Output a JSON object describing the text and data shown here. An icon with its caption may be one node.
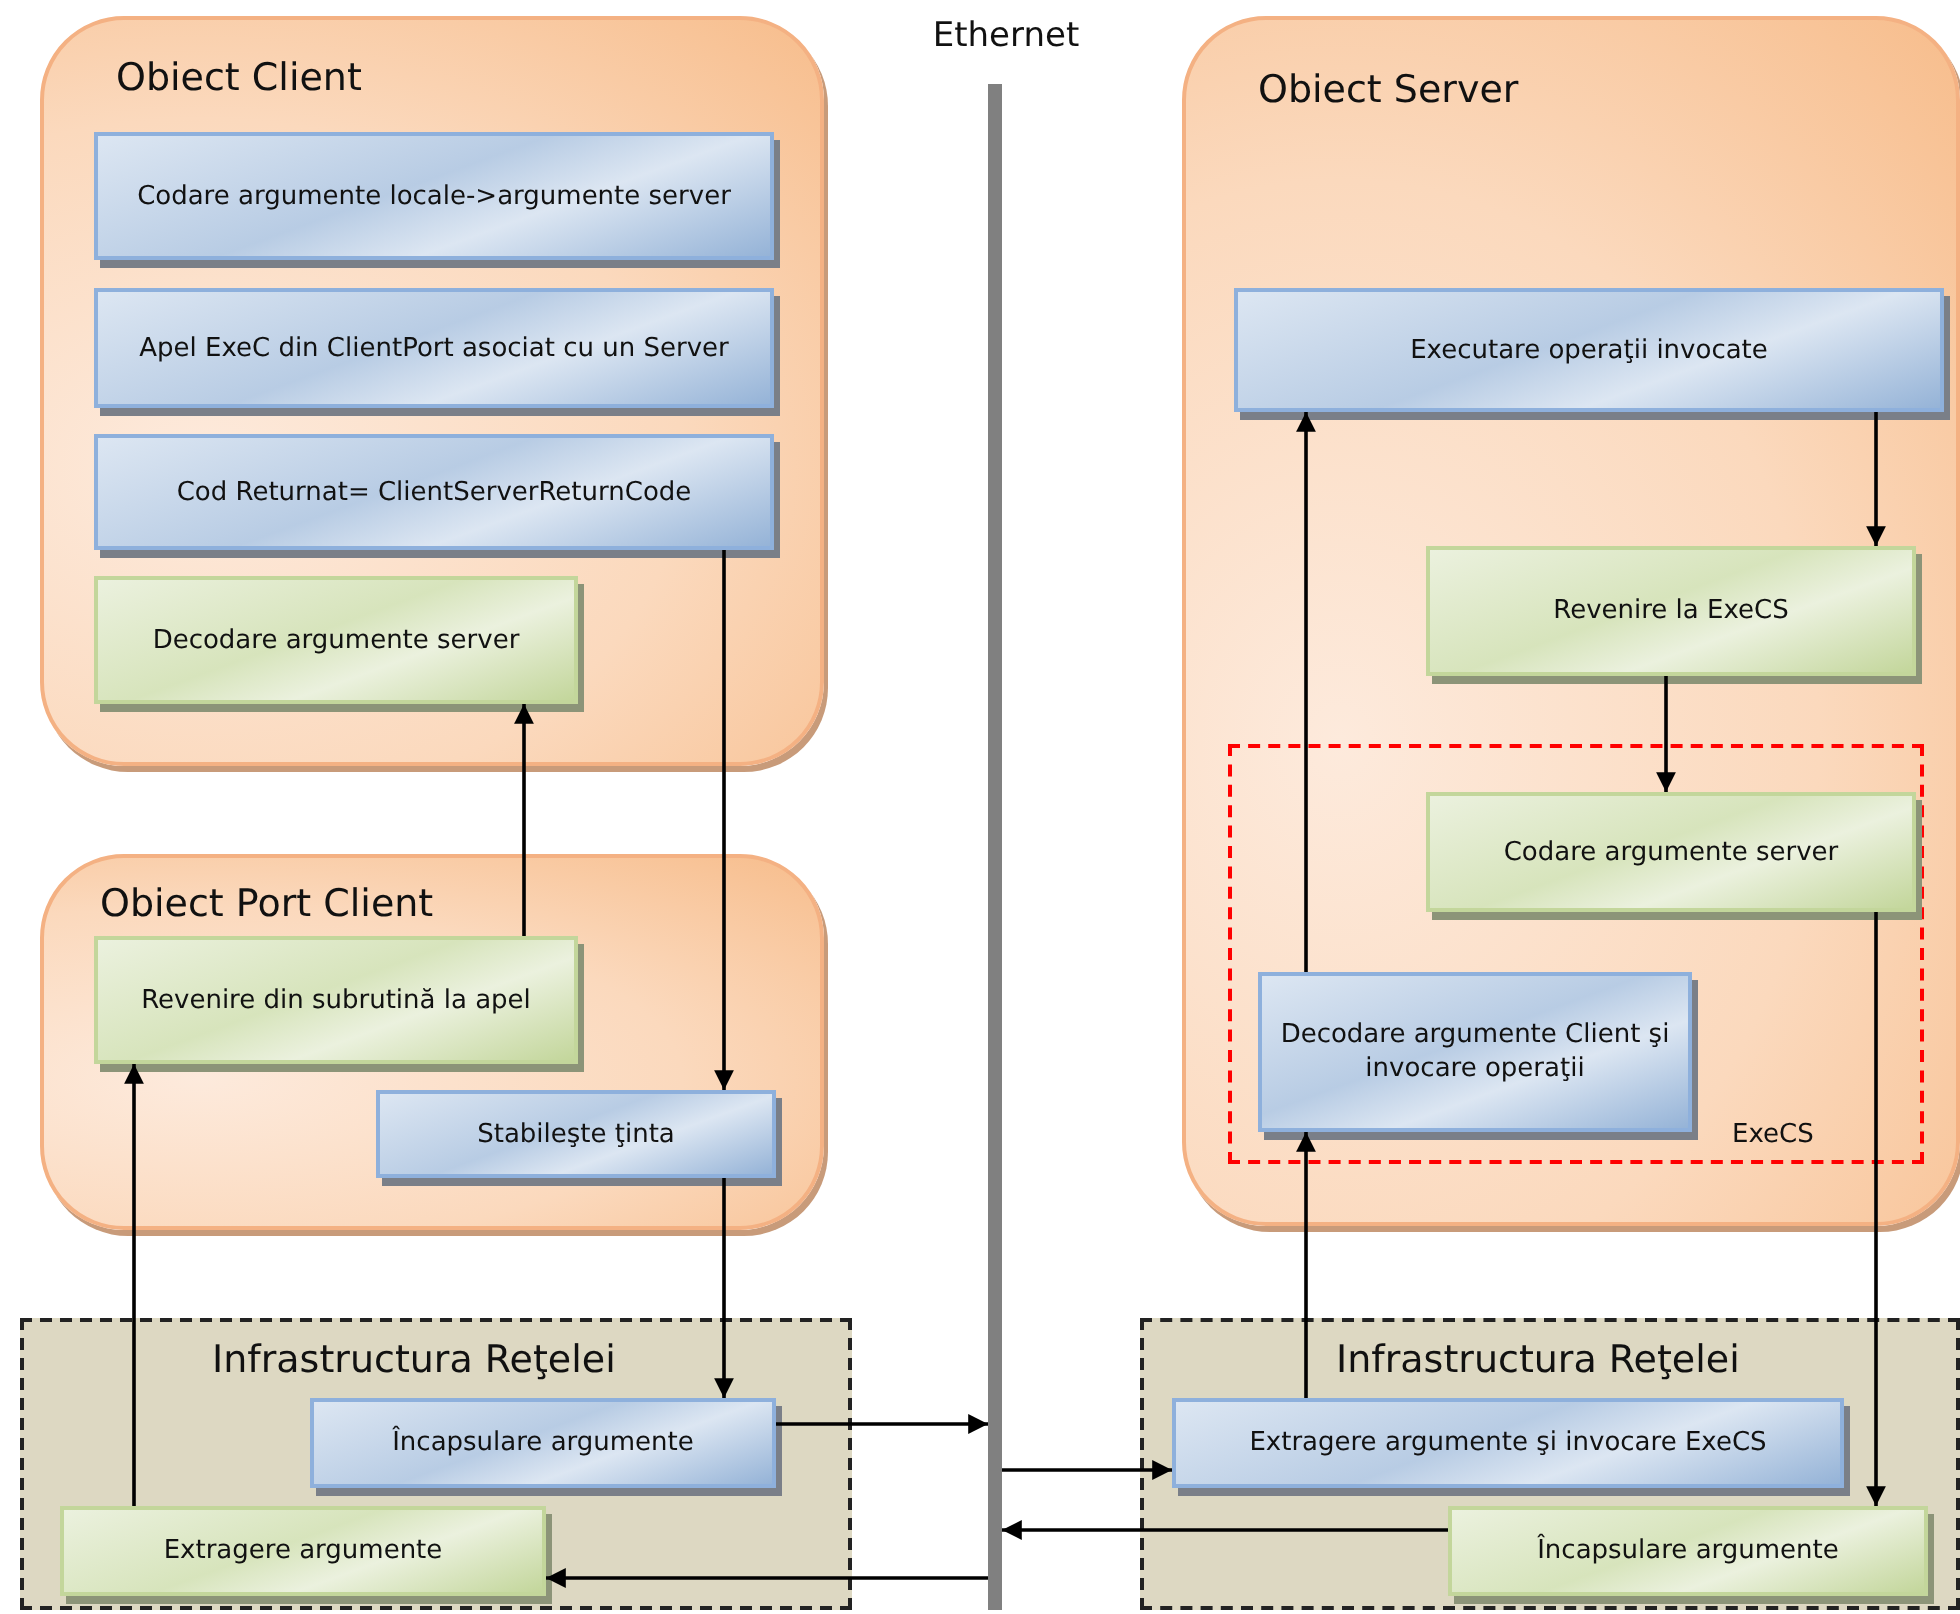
{
  "diagram": {
    "nodes": [
      {
        "text": [
          "Obiect Client"
        ]
      },
      {
        "text": [
          "Codare argumente locale->argumente server"
        ],
        "in": 0
      },
      {
        "text": [
          "Apel ExeC din ClientPort asociat cu un Server"
        ],
        "in": 0
      },
      {
        "text": [
          "Cod Returnat= ClientServerReturnCode"
        ],
        "in": 0
      },
      {
        "text": [
          "Decodare argumente server"
        ],
        "in": 0
      },
      {
        "text": [
          "Obiect Port Client"
        ]
      },
      {
        "text": [
          "Revenire din subrutină la apel"
        ],
        "in": 5
      },
      {
        "text": [
          "Stabileşte ţinta"
        ],
        "in": 5
      },
      {
        "text": [
          "Infrastructura Reţelei"
        ]
      },
      {
        "text": [
          "Încapsulare argumente"
        ],
        "in": 8
      },
      {
        "text": [
          "Extragere argumente"
        ],
        "in": 8
      },
      {
        "text": [
          "Ethernet"
        ]
      },
      {
        "text": [
          "Obiect Server"
        ]
      },
      {
        "text": [
          "Executare operaţii invocate"
        ],
        "in": 12
      },
      {
        "text": [
          "Revenire la ExeCS"
        ],
        "in": 12
      },
      {
        "text": [
          "ExeCS"
        ],
        "in": 12
      },
      {
        "text": [
          "Codare argumente server"
        ],
        "in": 15
      },
      {
        "text": [
          "Decodare argumente Client şi invocare operaţii"
        ],
        "in": 15
      },
      {
        "text": [
          "Infrastructura Reţelei"
        ]
      },
      {
        "text": [
          "Extragere argumente şi invocare ExeCS"
        ],
        "in": 18
      },
      {
        "text": [
          "Încapsulare argumente"
        ],
        "in": 18
      }
    ],
    "edges": [
      {
        "from": 3,
        "to": 7,
        "arrow": "to"
      },
      {
        "from": 7,
        "to": 9,
        "arrow": "to"
      },
      {
        "from": 9,
        "to": 11,
        "arrow": "to"
      },
      {
        "from": 11,
        "to": 19,
        "arrow": "to"
      },
      {
        "from": 19,
        "to": 17,
        "arrow": "to"
      },
      {
        "from": 17,
        "to": 13,
        "arrow": "to"
      },
      {
        "from": 13,
        "to": 14,
        "arrow": "to"
      },
      {
        "from": 14,
        "to": 16,
        "arrow": "to"
      },
      {
        "from": 16,
        "to": 20,
        "arrow": "to"
      },
      {
        "from": 20,
        "to": 11,
        "arrow": "to"
      },
      {
        "from": 11,
        "to": 10,
        "arrow": "to"
      },
      {
        "from": 10,
        "to": 6,
        "arrow": "to"
      },
      {
        "from": 6,
        "to": 4,
        "arrow": "to"
      }
    ]
  }
}
